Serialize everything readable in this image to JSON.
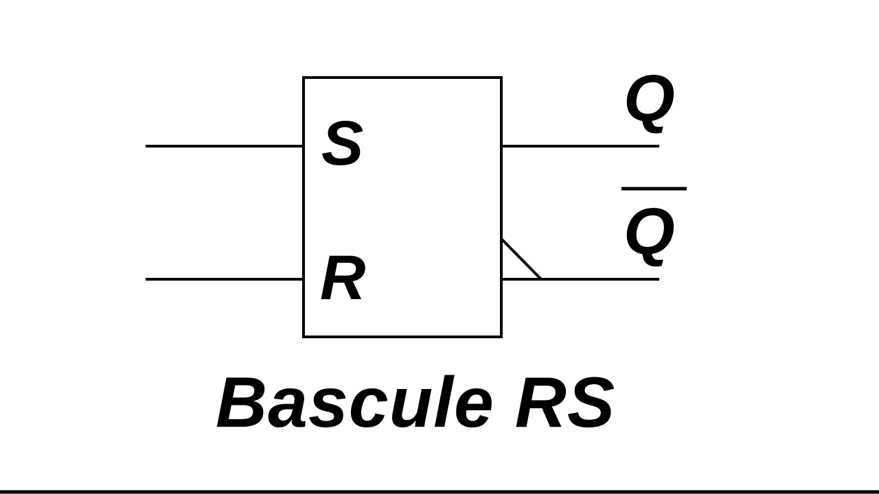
{
  "diagram": {
    "flipflop": {
      "input_set": "S",
      "input_reset": "R",
      "output_q": "Q",
      "output_q_complement": "Q"
    },
    "caption": "Bascule RS"
  }
}
